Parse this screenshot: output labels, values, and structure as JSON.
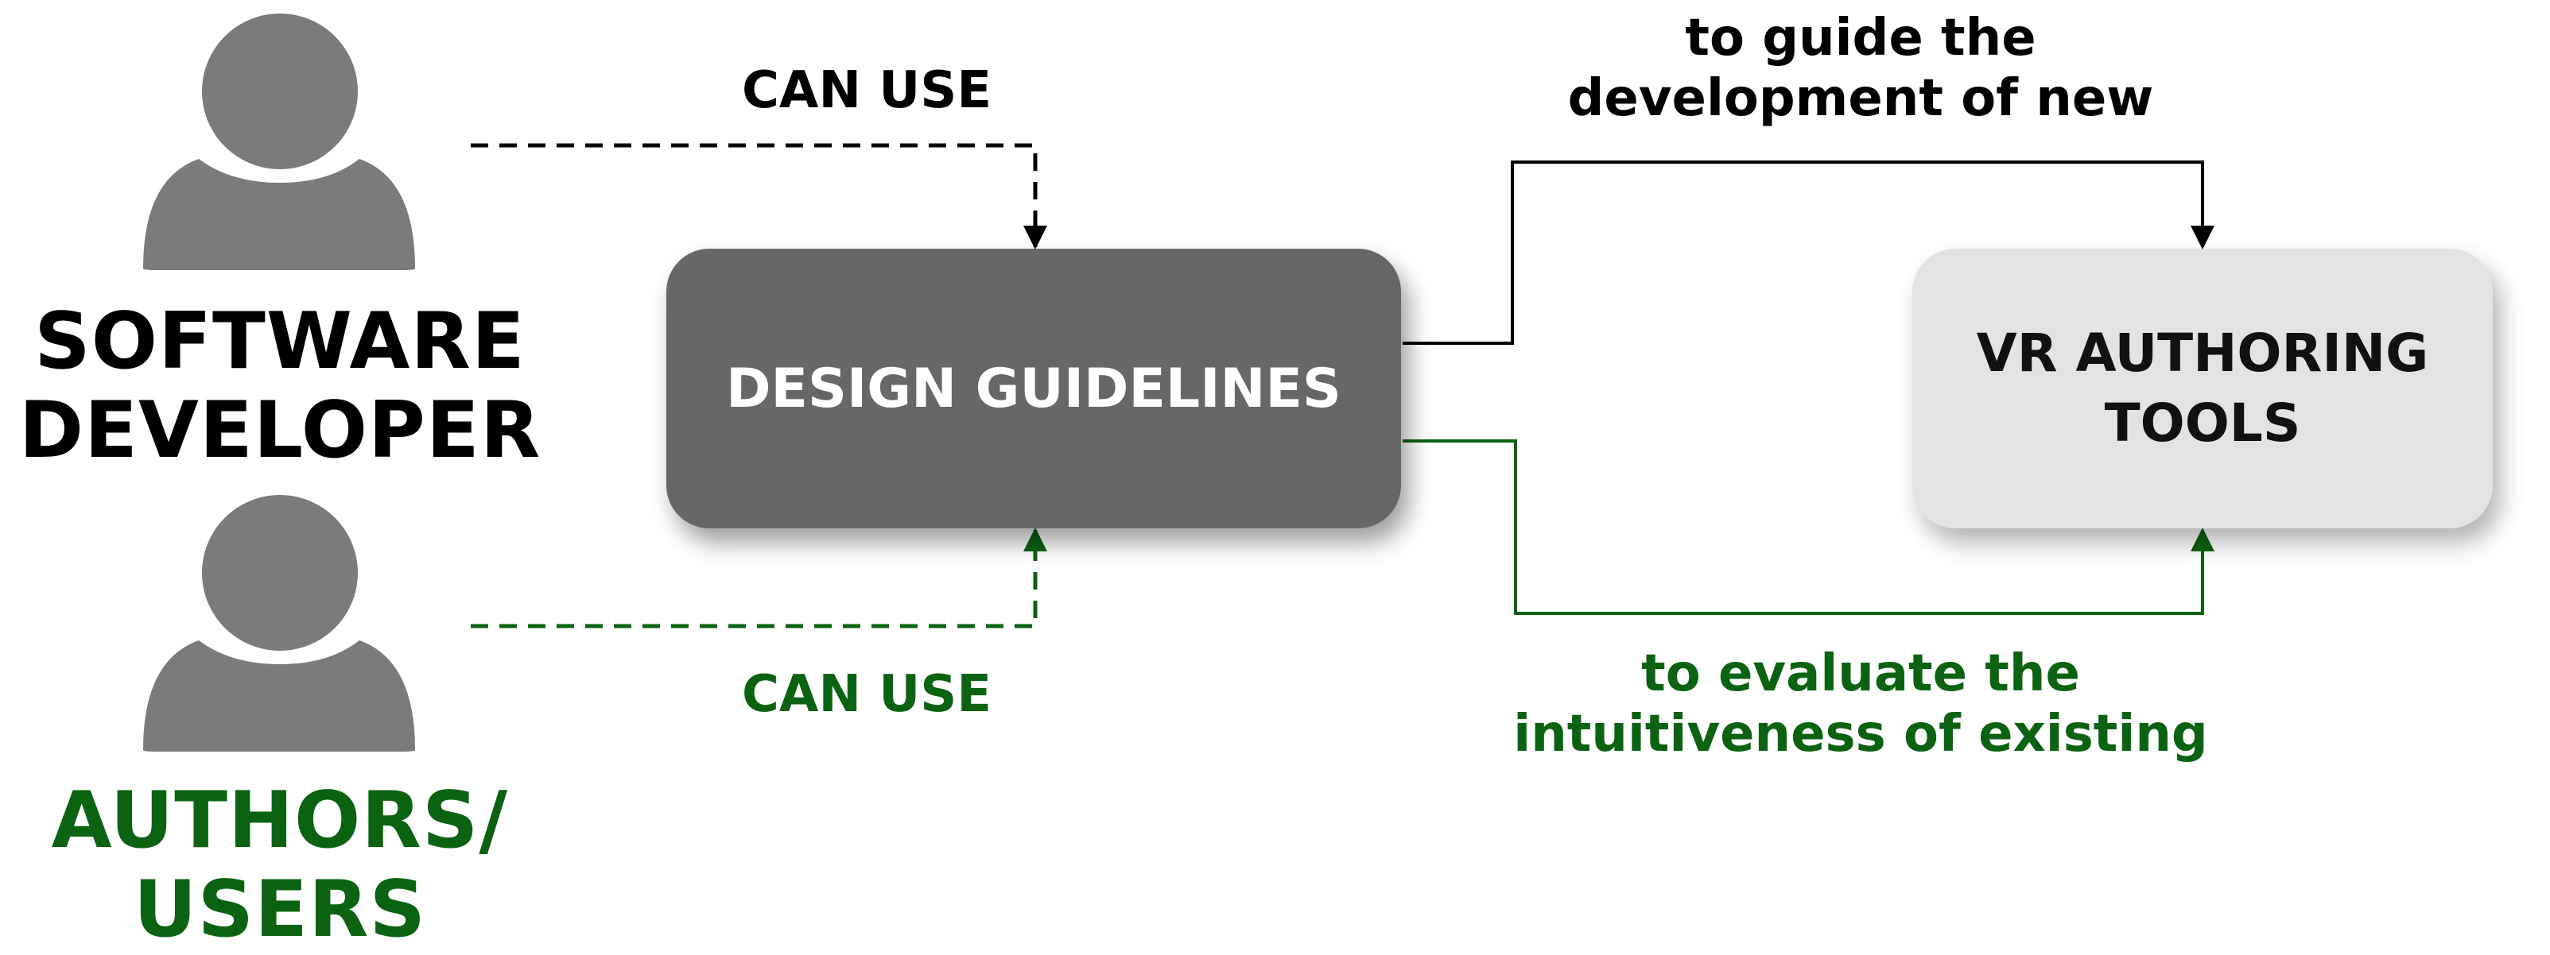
{
  "colors": {
    "black": "#000000",
    "green": "#0b6312",
    "person_gray": "#7b7b7b",
    "guidelines_fill": "#676767",
    "tools_fill": "#e3e3e3"
  },
  "actors": {
    "developer": {
      "icon": "person-icon",
      "line1": "SOFTWARE",
      "line2": "DEVELOPER"
    },
    "authors": {
      "icon": "person-icon",
      "line1": "AUTHORS/",
      "line2": "USERS"
    }
  },
  "nodes": {
    "guidelines": {
      "label": "DESIGN GUIDELINES"
    },
    "tools": {
      "line1": "VR AUTHORING",
      "line2": "TOOLS"
    }
  },
  "edges": {
    "developer_to_guidelines": {
      "label": "CAN USE",
      "style": "dashed",
      "color": "#000000"
    },
    "authors_to_guidelines": {
      "label": "CAN USE",
      "style": "dashed",
      "color": "#0b6312"
    },
    "guidelines_to_tools_guide": {
      "line1": "to guide the",
      "line2": "development of new",
      "style": "solid",
      "color": "#000000"
    },
    "guidelines_to_tools_evaluate": {
      "line1": "to evaluate the",
      "line2": "intuitiveness of existing",
      "style": "solid",
      "color": "#0b6312"
    }
  }
}
